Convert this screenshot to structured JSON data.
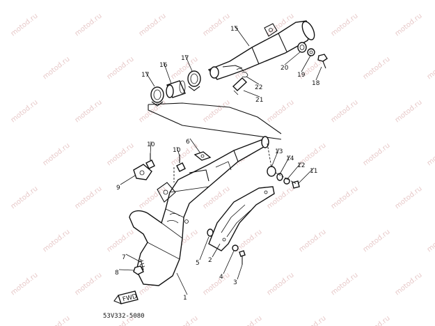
{
  "watermark": "motod.ru",
  "diagram_code": "53V332-5080",
  "fwd_badge": "FWD",
  "callouts": [
    "1",
    "2",
    "3",
    "4",
    "5",
    "6",
    "7",
    "8",
    "9",
    "10",
    "10",
    "11",
    "12",
    "13",
    "14",
    "15",
    "16",
    "17",
    "17",
    "18",
    "19",
    "20",
    "21",
    "22"
  ],
  "colors": {
    "ink": "#111111",
    "watermark": "#e7c9c9",
    "background": "#ffffff"
  }
}
